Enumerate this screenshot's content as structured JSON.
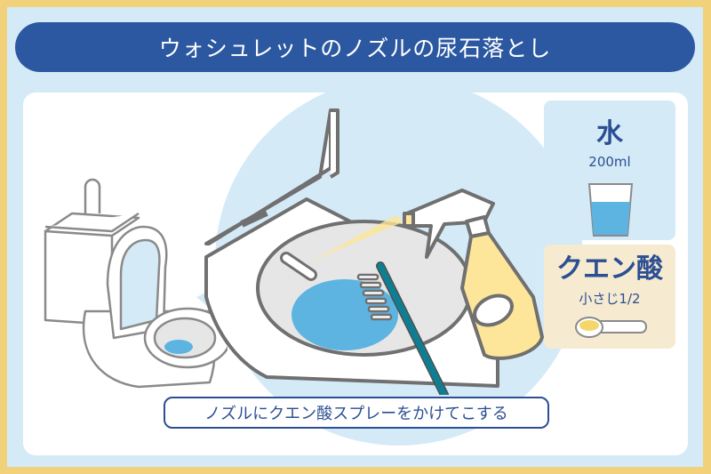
{
  "title": "ウォシュレットのノズルの尿石落とし",
  "caption": "ノズルにクエン酸スプレーをかけてこする",
  "ingredients": [
    {
      "name": "水",
      "amount": "200ml",
      "icon": "water-glass-icon"
    },
    {
      "name": "クエン酸",
      "amount": "小さじ1/2",
      "icon": "measuring-spoon-icon"
    }
  ],
  "colors": {
    "border_yellow": "#f1d27a",
    "background_blue": "#d4eaf7",
    "title_blue": "#2b58a0",
    "text_blue": "#2b4f92",
    "water_blue": "#5db4e1",
    "spray_yellow": "#fde699",
    "brush_teal": "#0e7f93",
    "outline_gray": "#707070"
  }
}
